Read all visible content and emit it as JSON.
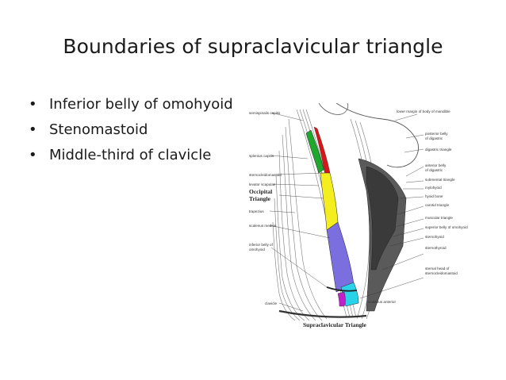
{
  "slide": {
    "title": "Boundaries of supraclavicular triangle",
    "bullets": [
      {
        "marker": "•",
        "text": "Inferior belly of omohyoid"
      },
      {
        "marker": "•",
        "text": "Stenomastoid"
      },
      {
        "marker": "•",
        "text": "Middle-third of clavicle"
      }
    ]
  },
  "figure": {
    "left_labels": {
      "semispinalis": "semispinalis capitis",
      "splenius": "splenius capitis",
      "sternocleidomastoid": "sternocleidomastoid",
      "levator": "levator scapulae",
      "occipital_1": "Occipital",
      "occipital_2": "Triangle",
      "trapezius": "trapezius",
      "scalenus_medius": "scalenus medius",
      "inferior_belly_1": "inferior belly of",
      "inferior_belly_2": "omohyoid",
      "clavicle": "clavicle"
    },
    "right_labels": {
      "mandible": "lower margin of body of mandible",
      "posterior_belly_1": "posterior belly",
      "posterior_belly_2": "of digastric",
      "digastric_triangle": "digastric triangle",
      "anterior_belly_1": "anterior belly",
      "anterior_belly_2": "of digastric",
      "submental": "submental triangle",
      "mylohyoid": "mylohyoid",
      "hyoid": "hyoid bone",
      "carotid": "carotid triangle",
      "muscular": "muscular triangle",
      "superior_belly": "superior belly of omohyoid",
      "sternohyoid": "sternohyoid",
      "sternothyroid": "sternothyroid",
      "sternal_head_1": "sternal head of",
      "sternal_head_2": "sternocleidomastoid",
      "scalenus_anterior": "scalenus anterior"
    },
    "caption": "Supraclavicular Triangle",
    "colors": {
      "green": "#1fa82e",
      "yellow": "#f4ee1e",
      "purple": "#7b6fe0",
      "cyan": "#2ad4e8",
      "red": "#d81818",
      "magenta": "#c020c8"
    }
  }
}
